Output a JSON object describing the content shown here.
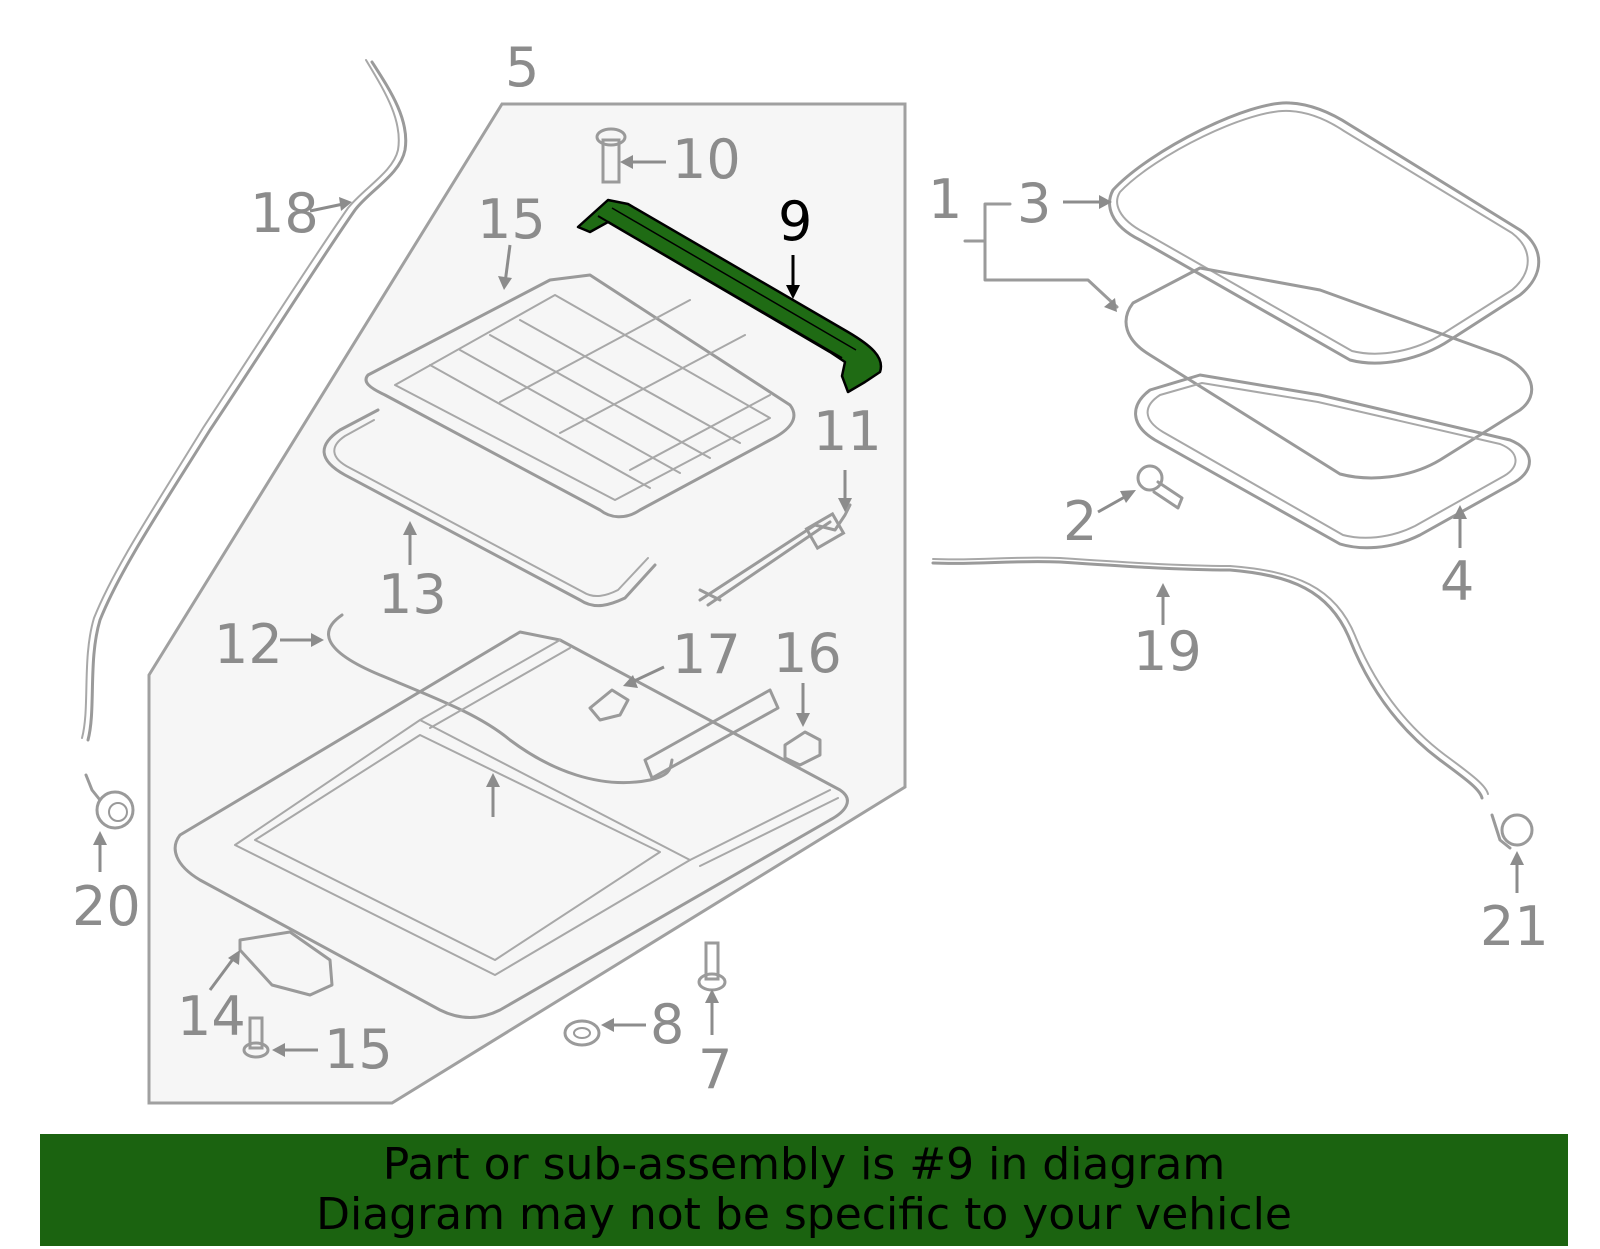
{
  "callouts": {
    "c1": "1",
    "c2": "2",
    "c3": "3",
    "c4": "4",
    "c5": "5",
    "c7": "7",
    "c8": "8",
    "c9": "9",
    "c10": "10",
    "c11": "11",
    "c12": "12",
    "c13": "13",
    "c14": "14",
    "c15a": "15",
    "c15b": "15",
    "c16": "16",
    "c17": "17",
    "c18": "18",
    "c19": "19",
    "c20": "20",
    "c21": "21"
  },
  "highlighted_part": "9",
  "colors": {
    "highlight_part": "#1f6b14",
    "banner_background": "#1b6310",
    "line_art": "#9a9a9a",
    "callout_text": "#8c8c8c",
    "active_callout_text": "#000000"
  },
  "banner": {
    "line1": "Part or sub-assembly is #9 in diagram",
    "line2": "Diagram may not be specific to your vehicle"
  }
}
